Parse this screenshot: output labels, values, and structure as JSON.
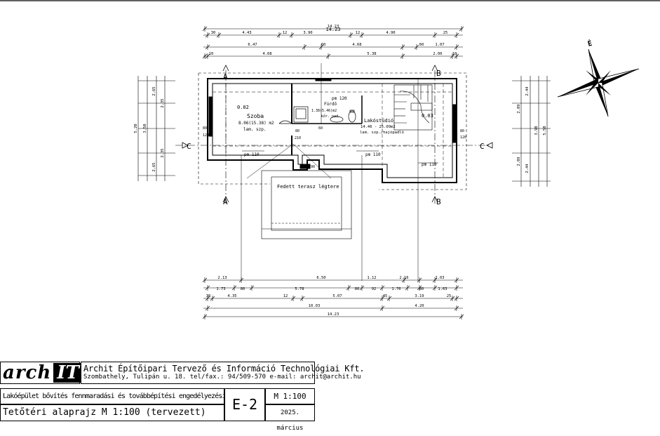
{
  "dims": {
    "top_total": "14.23",
    "top_row1": [
      "30",
      "4.43",
      "12",
      "3.90",
      "12",
      "4.90",
      "25"
    ],
    "top_row2": [
      "6.47",
      "60",
      "4.68",
      "60",
      "1.07"
    ],
    "top_row3": [
      "10",
      "4.68",
      "5.38",
      "2.06",
      "10"
    ],
    "bottom_row1": [
      "2.13",
      "6.50",
      "1.12",
      "2.16",
      "2.03"
    ],
    "bottom_row2": [
      "1.73",
      "80",
      "5.78",
      "80",
      "92",
      "1.76",
      "80",
      "1.63"
    ],
    "bottom_row3": [
      "38",
      "4.35",
      "12",
      "5.07",
      "45",
      "3.19",
      "25"
    ],
    "bottom_row4": [
      "10.03",
      "4.20"
    ],
    "bottom_total": "14.23",
    "left_col": [
      "5.20",
      "3.50",
      "2.65",
      "2.65",
      "2.35",
      "2.35"
    ],
    "right_col": [
      "5.58",
      "3.98",
      "2.89",
      "2.89",
      "2.44",
      "2.44"
    ]
  },
  "section_marks": [
    "A",
    "A",
    "B",
    "B",
    "C",
    "C"
  ],
  "rooms": [
    {
      "name": "Szoba",
      "area": "8.06(15.38) m2",
      "floor": "lam. szp."
    },
    {
      "name": "Fürdő",
      "area": "1.38(5.46)m2",
      "floor": "kőr. pad."
    },
    {
      "name": "Lakóstúdió",
      "area": "14.46 - 25.09m2",
      "floor": "lam. szp./hajópadló"
    },
    {
      "name": "Fedett terasz légtere",
      "area": "",
      "floor": ""
    }
  ],
  "annotations": {
    "room_nums": [
      "0.02",
      "0.03"
    ],
    "heights": [
      "pm 110",
      "pm 110",
      "pm 110",
      "pm 120"
    ],
    "openings": [
      "80",
      "80",
      "80",
      "80",
      "120",
      "120",
      "210",
      "90",
      "60"
    ]
  },
  "title_block": {
    "logo_text": "arch",
    "logo_badge": "IT",
    "company_name": "Archit Építőipari Tervező és Információ Technológiai Kft.",
    "company_address": "Szombathely, Tulipán u. 18. tel/fax.: 94/509-570 e-mail: archit@archit.hu",
    "project": "Lakóépület bővítés fennmaradási és továbbépítési engedélyezési tervdokumentációja",
    "drawing_title": "Tetőtéri alaprajz M 1:100 (tervezett)",
    "code": "E-2",
    "scale": "M 1:100",
    "date": "2025. március"
  },
  "north_arrow_label": "É"
}
